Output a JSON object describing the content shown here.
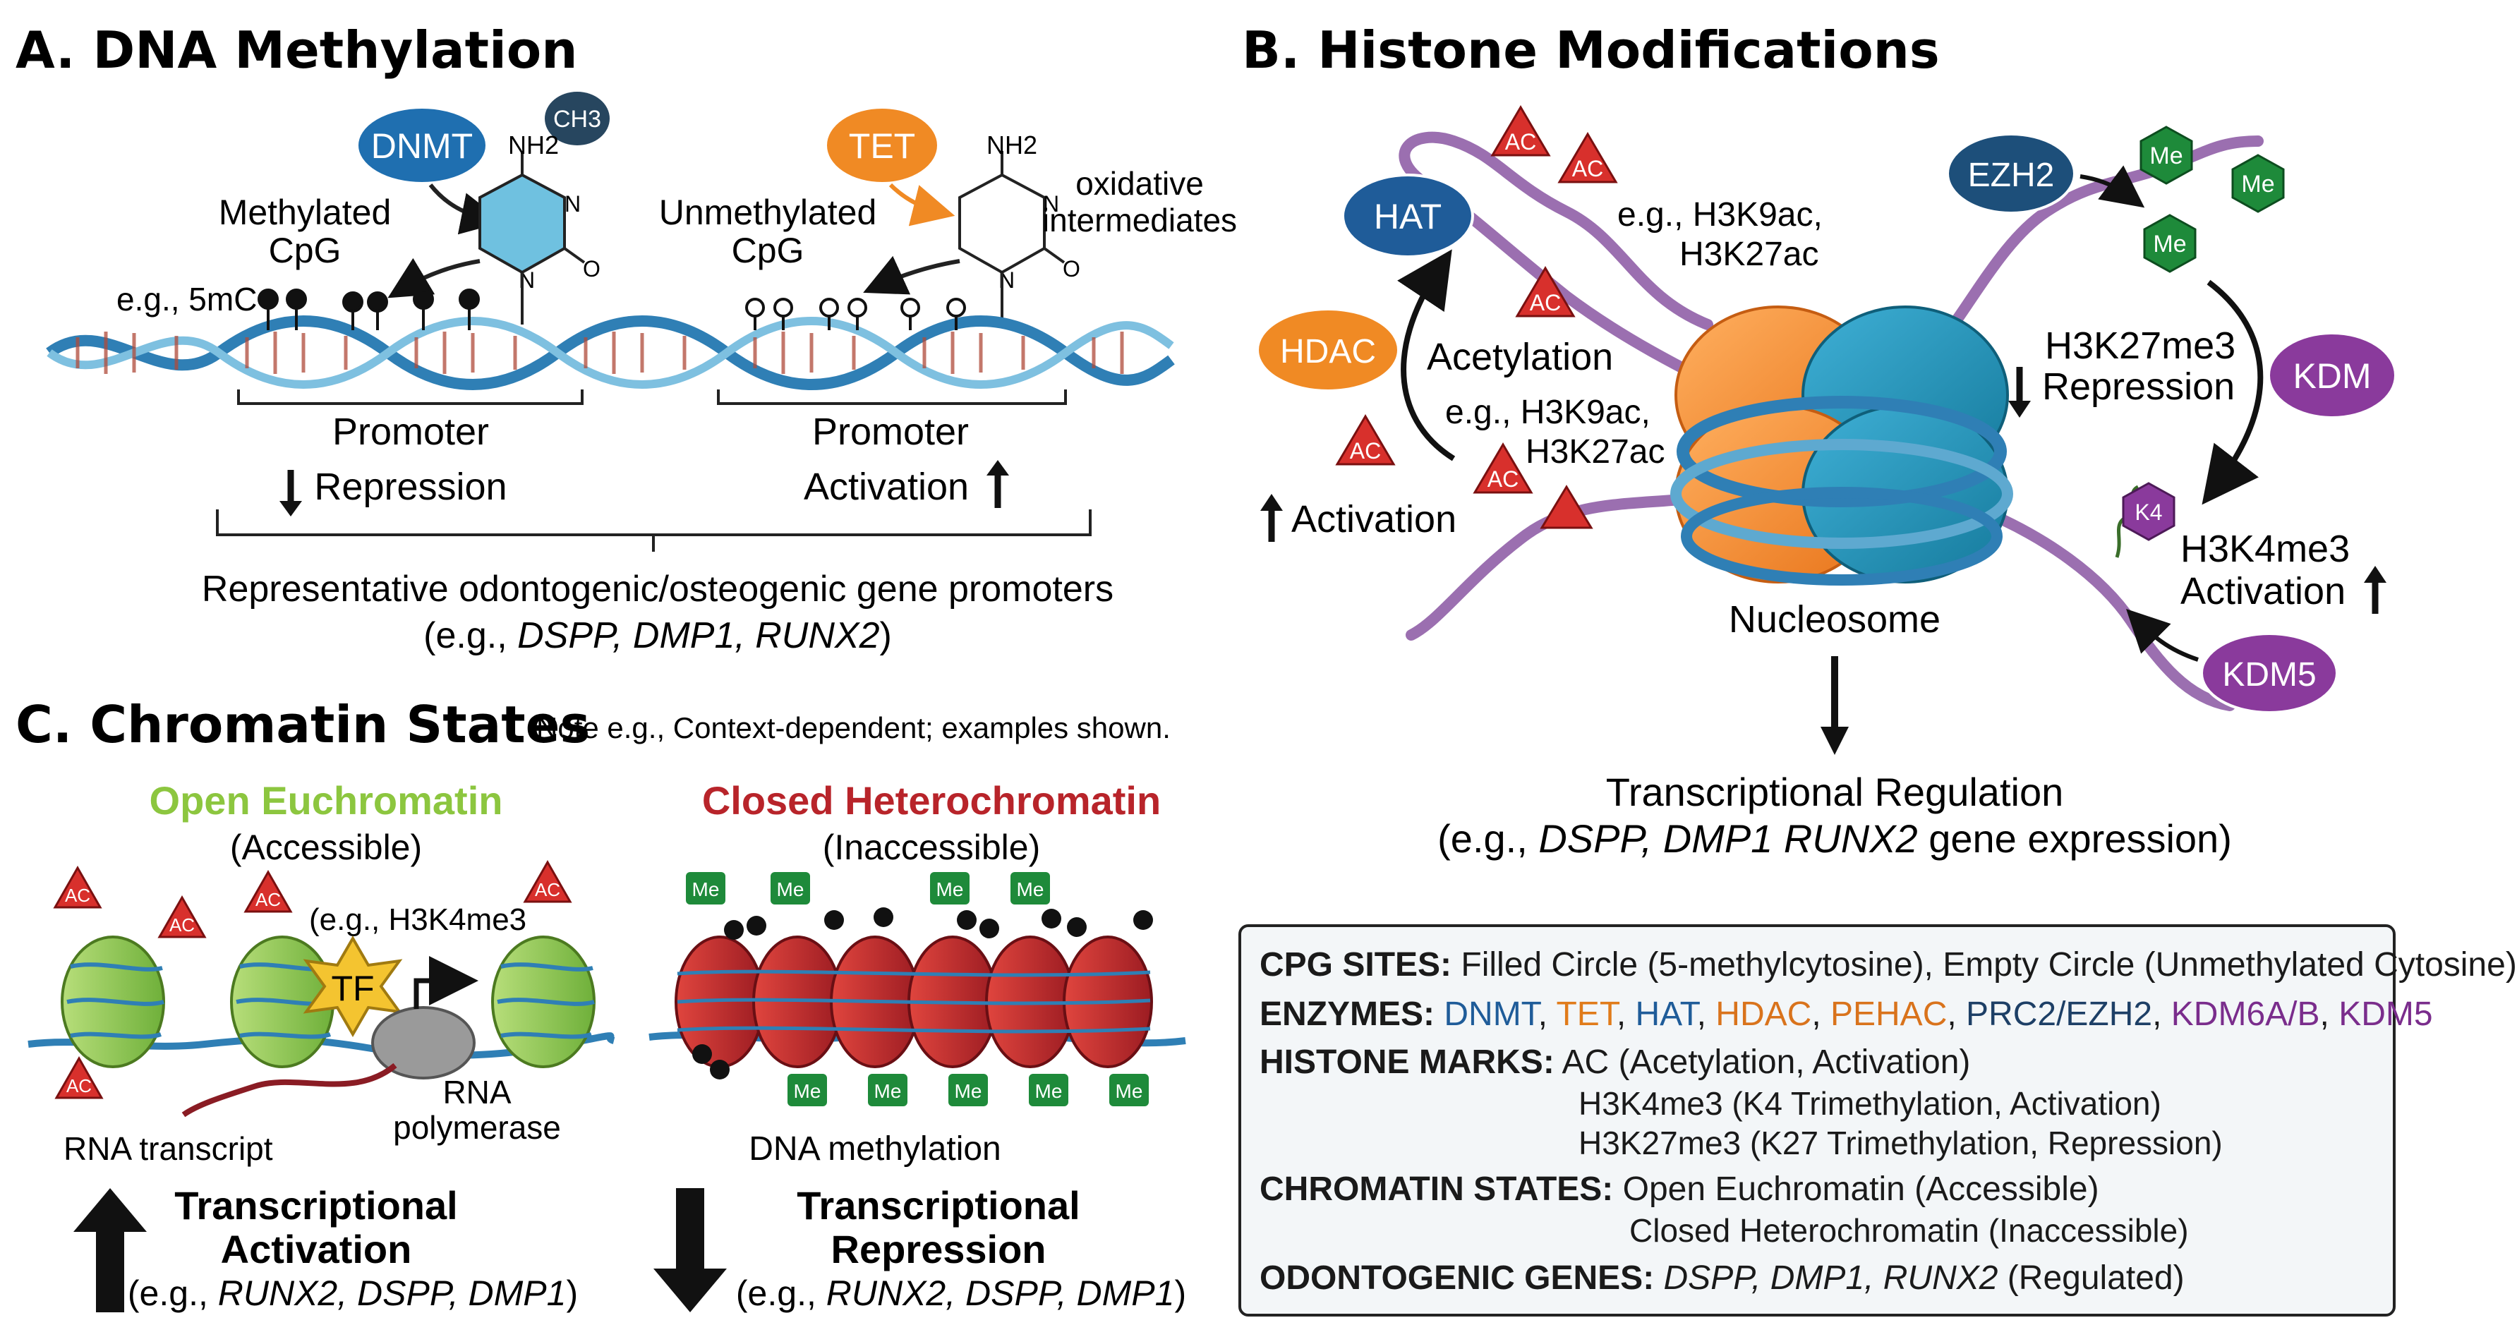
{
  "panel_a": {
    "title": "A. DNA Methylation",
    "dnmt": "DNMT",
    "ch3": "CH3",
    "nh2_left": "NH2",
    "methylated": [
      "Methylated",
      "CpG"
    ],
    "eg_5mc": "e.g., 5mC",
    "tet": "TET",
    "nh2_right": "NH2",
    "unmethylated": [
      "Unmethylated",
      "CpG"
    ],
    "oxidative": [
      "oxidative",
      "intermediates"
    ],
    "promoter_repression": [
      "Promoter",
      "Repression"
    ],
    "promoter_activation": [
      "Promoter",
      "Activation"
    ],
    "representative": "Representative odontogenic/osteogenic gene promoters",
    "genes_prefix": "(e.g., ",
    "genes_italic": "DSPP, DMP1, RUNX2",
    "genes_suffix": ")"
  },
  "panel_b": {
    "title": "B. Histone Modifications",
    "hat": "HAT",
    "hdac": "HDAC",
    "ezh2": "EZH2",
    "kdm": "KDM",
    "kdm5": "KDM5",
    "ac": "AC",
    "me": "Me",
    "k4": "K4",
    "eg_top": [
      "e.g., H3K9ac,",
      "H3K27ac"
    ],
    "acetylation": "Acetylation",
    "eg_mid": [
      "e.g., H3K9ac,",
      "H3K27ac"
    ],
    "activation": "Activation",
    "h3k27me3": [
      "H3K27me3",
      "Repression"
    ],
    "h3k4me3": [
      "H3K4me3",
      "Activation"
    ],
    "nucleosome": "Nucleosome",
    "transcriptional_regulation": "Transcriptional Regulation",
    "reg_prefix": "(e.g., ",
    "reg_italic": "DSPP, DMP1 RUNX2",
    "reg_suffix": " gene expression)"
  },
  "panel_c": {
    "title": "C. Chromatin States",
    "note": "Note e.g., Context-dependent; examples shown.",
    "open": "Open Euchromatin",
    "accessible": "(Accessible)",
    "closed": "Closed Heterochromatin",
    "inaccessible": "(Inaccessible)",
    "h3k4me3_eg": "(e.g., H3K4me3",
    "tf": "TF",
    "rna_polymerase": [
      "RNA",
      "polymerase"
    ],
    "rna_transcript": "RNA transcript",
    "dna_methylation": "DNA methylation",
    "activation_title": [
      "Transcriptional",
      "Activation"
    ],
    "repression_title": [
      "Transcriptional",
      "Repression"
    ],
    "genes_prefix": "(e.g., ",
    "genes_italic": "RUNX2, DSPP, DMP1",
    "genes_suffix": ")"
  },
  "legend": {
    "cpg_head": "CPG SITES:",
    "cpg_text": "Filled Circle (5-methylcytosine), Empty Circle (Unmethylated Cytosine)",
    "enzymes_head": "ENZYMES:",
    "enzymes": [
      {
        "name": "DNMT",
        "color": "#1f5c99",
        "sep": ", "
      },
      {
        "name": "TET",
        "color": "#e07b1a",
        "sep": ", "
      },
      {
        "name": "HAT",
        "color": "#1f5c99",
        "sep": ", "
      },
      {
        "name": "HDAC",
        "color": "#d9731c",
        "sep": ", "
      },
      {
        "name": "PEHAC",
        "color": "#d9731c",
        "sep": ", "
      },
      {
        "name": "PRC2/EZH2",
        "color": "#1d3f66",
        "sep": ", "
      },
      {
        "name": "KDM6A/B",
        "color": "#7a2d8c",
        "sep": ", "
      },
      {
        "name": "KDM5",
        "color": "#7a2d8c",
        "sep": ""
      }
    ],
    "histone_head": "HISTONE MARKS:",
    "histone_lines": [
      "AC (Acetylation, Activation)",
      "H3K4me3 (K4 Trimethylation, Activation)",
      "H3K27me3 (K27 Trimethylation, Repression)"
    ],
    "chromatin_head": "CHROMATIN STATES:",
    "chromatin_lines": [
      "Open Euchromatin (Accessible)",
      "Closed Heterochromatin (Inaccessible)"
    ],
    "genes_head": "ODONTOGENIC GENES:",
    "genes_italic": "DSPP, DMP1, RUNX2",
    "genes_suffix": " (Regulated)"
  },
  "colors": {
    "dna_blue": "#2f7fb5",
    "enzyme_blue": "#1f5c99",
    "enzyme_orange": "#f08a24",
    "enzyme_purple": "#8a3a9c",
    "ac_red": "#d8302c",
    "me_green": "#1e8a3a",
    "euchromatin_green": "#8cc63f",
    "heterochromatin_red": "#b8242a"
  }
}
